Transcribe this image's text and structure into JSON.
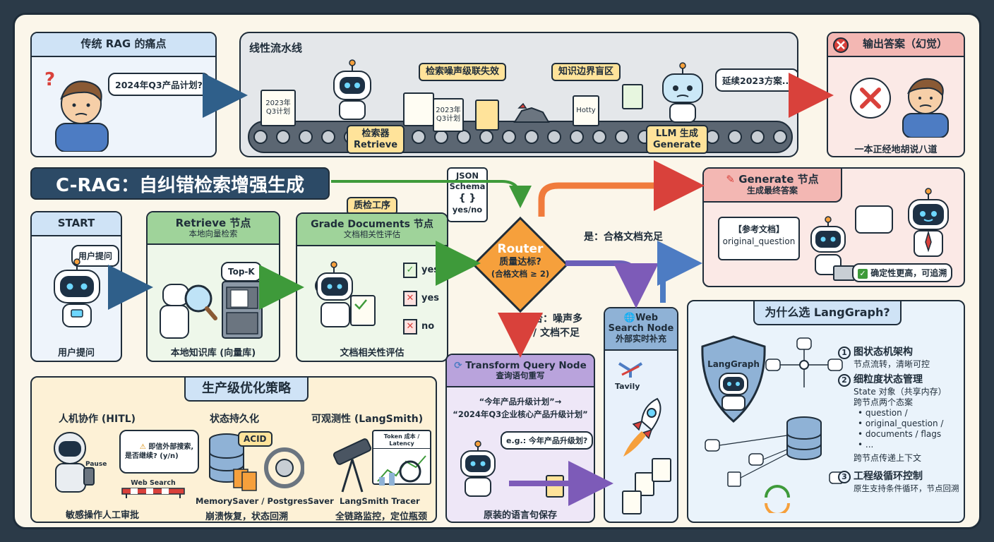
{
  "pain": {
    "title": "传统 RAG 的痛点",
    "question": "2024年Q3产品计划?",
    "pipeline_title": "线性流水线",
    "doc_left": "2023年\nQ3计划",
    "tag_noise": "检索噪声级联失效",
    "doc_mid": "2023年\nQ3计划",
    "tag_boundary": "知识边界盲区",
    "doc_right": "Hotty",
    "llm_bubble": "延续2023方案...",
    "retrieve_label": "检索器\nRetrieve",
    "generate_label": "LLM 生成\nGenerate",
    "output_title": "输出答案（幻觉）",
    "output_caption": "一本正经地胡说八道"
  },
  "banner": {
    "title": "C-RAG：自纠错检索增强生成"
  },
  "json_schema": {
    "label": "JSON\nSchema",
    "braces": "{  }",
    "yesno": "yes/no"
  },
  "start": {
    "title": "START",
    "bubble": "用户提问",
    "caption": "用户提问"
  },
  "retrieve": {
    "title": "Retrieve 节点",
    "subtitle": "本地向量检索",
    "topk": "Top-K",
    "caption": "本地知识库 (向量库)"
  },
  "grade": {
    "badge": "质检工序",
    "title": "Grade Documents 节点",
    "subtitle": "文档相关性评估",
    "results": [
      "yes",
      "yes",
      "no"
    ],
    "caption": "文档相关性评估"
  },
  "router": {
    "title": "Router",
    "q1": "质量达标?",
    "q2": "(合格文档 ≥ 2)",
    "yes_label": "是：合格文档充足",
    "no_label": "否：噪声多\n/ 文档不足"
  },
  "generate": {
    "title": "Generate 节点",
    "subtitle": "生成最终答案",
    "ref_title": "【参考文档】",
    "ref_field": "original_question",
    "check": "确定性更高，可追溯"
  },
  "transform": {
    "title": "Transform Query Node",
    "subtitle": "查询语句重写",
    "rewrite_from": "“今年产品升级计划”→",
    "rewrite_to": "“2024年Q3企业核心产品升级计划”",
    "example": "e.g.: 今年产品升级划?",
    "caption": "原装的语言句保存"
  },
  "websearch": {
    "title": "Web\nSearch Node",
    "subtitle": "外部实时补充",
    "provider": "Tavily"
  },
  "production": {
    "title": "生产级优化策略",
    "hitl_title": "人机协作 (HITL)",
    "hitl_bubble": "即信外部搜索,\n是否继续? (y/n)",
    "hitl_pause": "Pause",
    "hitl_barrier": "Web Search",
    "hitl_caption": "敏感操作人工审批",
    "persist_title": "状态持久化",
    "persist_acid": "ACID",
    "persist_saver": "MemorySaver / PostgresSaver",
    "persist_caption": "崩溃恢复，状态回溯",
    "observe_title": "可观测性 (LangSmith)",
    "observe_screen": "Token 成本 / Latency",
    "observe_tracer": "LangSmith Tracer",
    "observe_caption": "全链路监控，定位瓶颈"
  },
  "why": {
    "title": "为什么选 LangGraph?",
    "shield": "LangGraph",
    "p1_title": "图状态机架构",
    "p1_desc": "节点流转，清晰可控",
    "p2_title": "细粒度状态管理",
    "p2_desc1": "State 对象（共享内存）",
    "p2_desc2": "跨节点两个态案",
    "p2_items": [
      "question /",
      "original_question /",
      "documents / flags",
      "..."
    ],
    "p2_tail": "跨节点传递上下文",
    "p3_title": "工程级循环控制",
    "p3_desc": "原生支持条件循环，节点回溯"
  },
  "colors": {
    "blue_header": "#cfe3f6",
    "green_header": "#9fd39a",
    "red_header": "#f3b7b3",
    "purple_header": "#b9a3dc",
    "router": "#f6a03c",
    "banner": "#2c4a66"
  }
}
